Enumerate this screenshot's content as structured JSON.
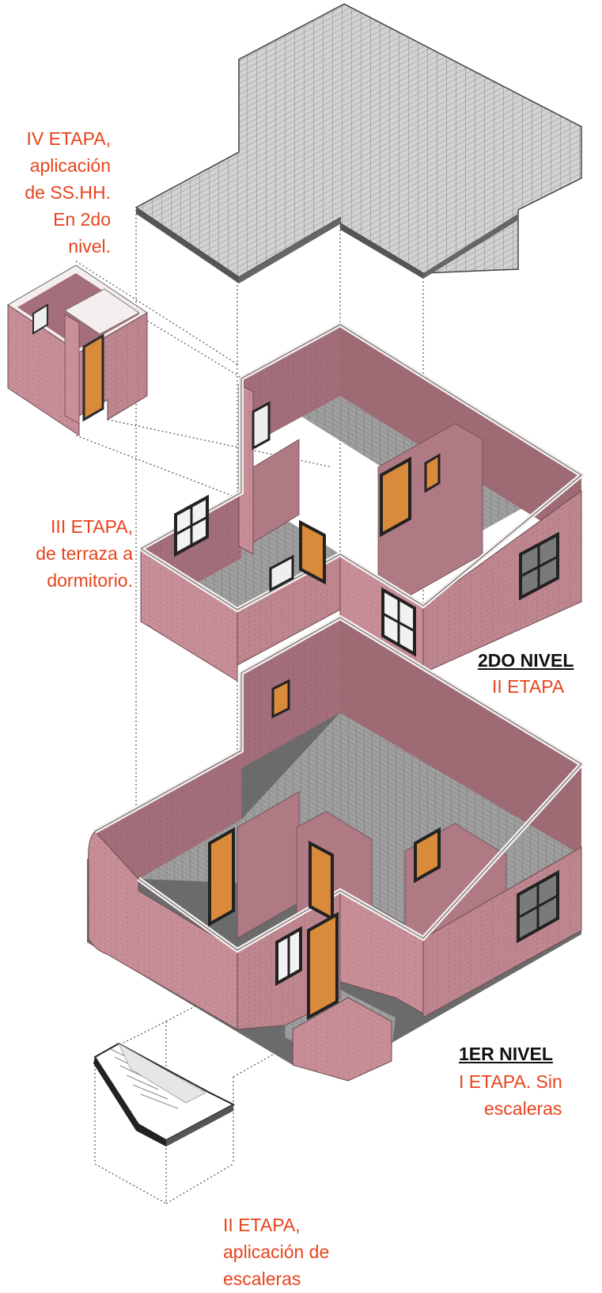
{
  "labels": {
    "stage4": [
      "IV ETAPA,",
      "aplicación",
      "de SS.HH.",
      "En 2do",
      "nivel."
    ],
    "stage3": [
      "III ETAPA,",
      "de terraza a",
      "dormitorio."
    ],
    "stage2_stairs": [
      "II ETAPA,",
      "aplicación de",
      "escaleras"
    ]
  },
  "levels": {
    "second": {
      "title": "2DO NIVEL",
      "stage": "II ETAPA"
    },
    "first": {
      "title": "1ER NIVEL",
      "stage_lines": [
        "I ETAPA. Sin",
        "escaleras"
      ]
    }
  },
  "colors": {
    "annotation": "#e8431c",
    "wall_face": "#c88d95",
    "wall_face_shade": "#b07a84",
    "wall_interior": "#a97681",
    "wall_top": "#f4eeee",
    "floor_tile": "#b8b8b8",
    "roof": "#cfcfcf",
    "door": "#d98a3a",
    "frame": "#2a2a2a"
  }
}
